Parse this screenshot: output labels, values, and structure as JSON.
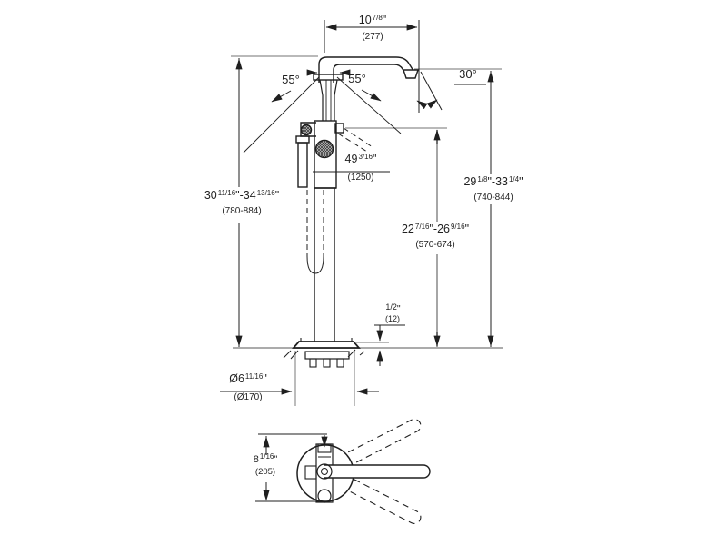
{
  "drawing": {
    "type": "technical-dimension-drawing",
    "subject": "floor-mounted-bath-tub-filler-faucet",
    "colors": {
      "background": "#ffffff",
      "main_line": "#1f1f1f",
      "extension_line": "#8f8f8f"
    },
    "dimensions": {
      "spout_reach": {
        "inch_whole": "10",
        "inch_frac": "7/8",
        "inch_mark": "\"",
        "mm": "(277)"
      },
      "overall_height": {
        "w1": "30",
        "f1": "11/16",
        "sep": "\"-",
        "w2": "34",
        "f2": "13/16",
        "mark": "\"",
        "mm": "(780-884)"
      },
      "spout_height": {
        "w1": "29",
        "f1": "1/8",
        "sep": "\"-",
        "w2": "33",
        "f2": "1/4",
        "mark": "\"",
        "mm": "(740-844)"
      },
      "holder_height": {
        "w1": "22",
        "f1": "7/16",
        "sep": "\"-",
        "w2": "26",
        "f2": "9/16",
        "mark": "\"",
        "mm": "(570-674)"
      },
      "hose_length": {
        "inch_whole": "49",
        "inch_frac": "3/16",
        "inch_mark": "\"",
        "mm": "(1250)"
      },
      "base_plate_height": {
        "inch_frac": "1/2",
        "inch_mark": "\"",
        "mm": "(12)"
      },
      "base_diameter": {
        "inch_whole": "Ø6",
        "inch_frac": "11/16",
        "inch_mark": "\"",
        "mm": "(Ø170)"
      },
      "lever_length": {
        "inch_whole": "8",
        "inch_frac": "1/16",
        "inch_mark": "\"",
        "mm": "(205)"
      },
      "swivel_angle_left": "55°",
      "swivel_angle_right": "55°",
      "spout_angle": "30°"
    }
  }
}
